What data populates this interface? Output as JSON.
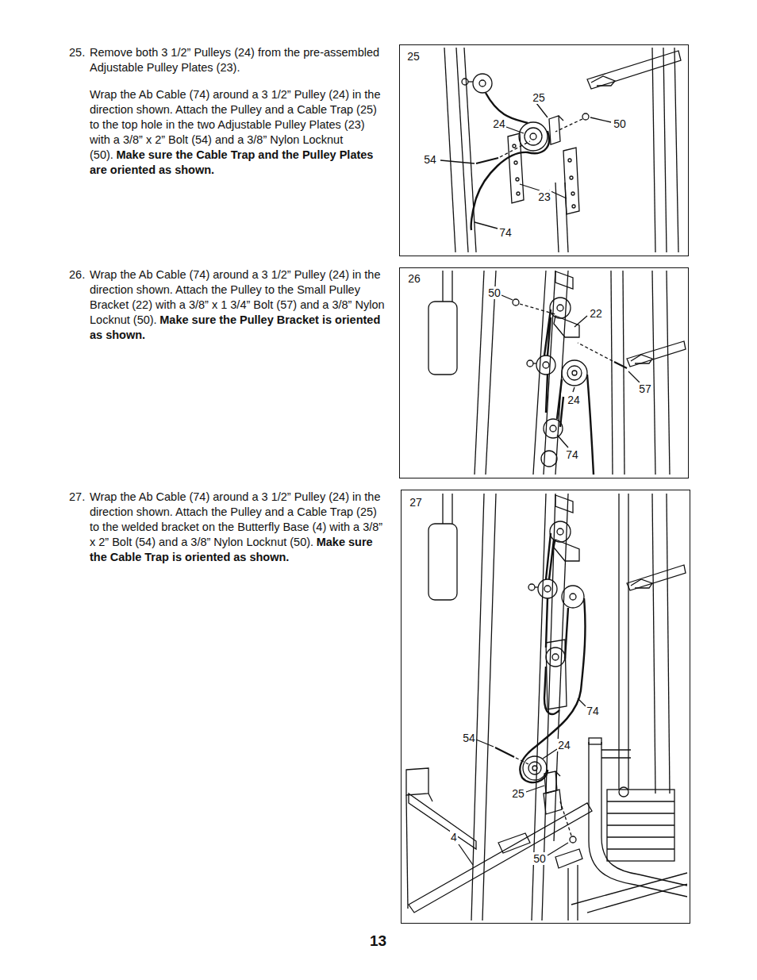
{
  "diagram": {
    "nodes": [
      {
        "text": [
          "25",
          "25",
          "24",
          "50",
          "54",
          "23",
          "74"
        ]
      },
      {
        "text": [
          "26",
          "50",
          "22",
          "57",
          "24",
          "74"
        ]
      },
      {
        "text": [
          "27",
          "74",
          "54",
          "24",
          "25",
          "4",
          "50"
        ]
      }
    ],
    "labels": [
      "25.",
      "Remove both 3 1/2” Pulleys (24) from the pre-assembled Adjustable Pulley Plates (23).",
      "Wrap the Ab Cable (74) around a 3 1/2” Pulley (24) in the direction shown. Attach the Pulley and a Cable Trap (25) to the top hole in the two Adjustable Pulley Plates (23) with a 3/8” x 2” Bolt (54) and a 3/8” Nylon Locknut (50).",
      "Make sure the Cable Trap and the Pulley Plates are oriented as shown.",
      "26.",
      "Wrap the Ab Cable (74) around a 3 1/2” Pulley (24) in the direction shown. Attach the Pulley to the Small Pulley Bracket (22) with a 3/8” x 1 3/4” Bolt (57) and a 3/8” Nylon Locknut (50).",
      "Make sure the Pulley Bracket is oriented as shown.",
      "27.",
      "Wrap the Ab Cable (74) around a 3 1/2” Pulley (24) in the direction shown. Attach the Pulley and a Cable Trap (25) to the welded bracket on the Butterfly Base (4) with a 3/8” x 2” Bolt (54) and a 3/8” Nylon Locknut (50).",
      "Make sure the Cable Trap is oriented as shown.",
      "13"
    ]
  }
}
